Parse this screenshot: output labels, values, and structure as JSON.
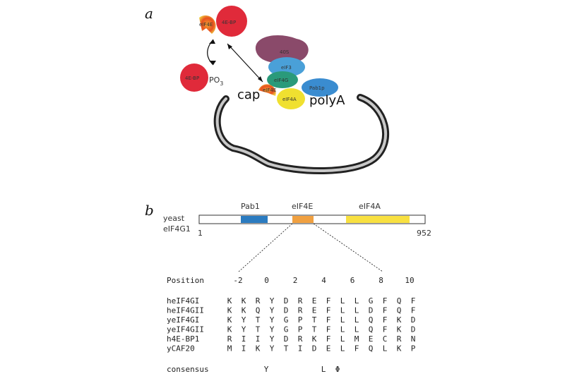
{
  "panel_a": {
    "letter": "a",
    "eif4e_small": "eIF4E",
    "bp_top": "4E-BP",
    "bp_phospho": "4E-BP",
    "po3": "PO",
    "po3_sub": "3",
    "s40": "40S",
    "eif3": "eIF3",
    "eif4g": "eIF4G",
    "pab1p": "Pab1p",
    "eif4e_cap": "eIF4E",
    "eif4a": "eIF4A",
    "cap": "cap",
    "polya": "polyA"
  },
  "panel_b": {
    "letter": "b",
    "domain_pab1": "Pab1",
    "domain_eif4e": "eIF4E",
    "domain_eif4a": "eIF4A",
    "label_line1": "yeast",
    "label_line2": "eIF4G1",
    "start_num": "1",
    "end_num": "952",
    "colors": {
      "pab1": "#2b7bc0",
      "eif4e": "#f0a040",
      "eif4a": "#f8e040"
    }
  },
  "alignment": {
    "position_label": "Position",
    "positions": [
      "-2",
      "0",
      "2",
      "4",
      "6",
      "8",
      "10"
    ],
    "rows": [
      {
        "name": "heIF4GI",
        "residues": [
          "K",
          "K",
          "R",
          "Y",
          "D",
          "R",
          "E",
          "F",
          "L",
          "L",
          "G",
          "F",
          "Q",
          "F"
        ]
      },
      {
        "name": "heIF4GII",
        "residues": [
          "K",
          "K",
          "Q",
          "Y",
          "D",
          "R",
          "E",
          "F",
          "L",
          "L",
          "D",
          "F",
          "Q",
          "F"
        ]
      },
      {
        "name": "yeIF4GI",
        "residues": [
          "K",
          "Y",
          "T",
          "Y",
          "G",
          "P",
          "T",
          "F",
          "L",
          "L",
          "Q",
          "F",
          "K",
          "D"
        ]
      },
      {
        "name": "yeIF4GII",
        "residues": [
          "K",
          "Y",
          "T",
          "Y",
          "G",
          "P",
          "T",
          "F",
          "L",
          "L",
          "Q",
          "F",
          "K",
          "D"
        ]
      },
      {
        "name": "h4E-BP1",
        "residues": [
          "R",
          "I",
          "I",
          "Y",
          "D",
          "R",
          "K",
          "F",
          "L",
          "M",
          "E",
          "C",
          "R",
          "N"
        ]
      },
      {
        "name": "yCAF20",
        "residues": [
          "M",
          "I",
          "K",
          "Y",
          "T",
          "I",
          "D",
          "E",
          "L",
          "F",
          "Q",
          "L",
          "K",
          "P"
        ]
      }
    ],
    "consensus_label": "consensus",
    "consensus_y": "Y",
    "consensus_l": "L",
    "consensus_phi": "Φ"
  }
}
